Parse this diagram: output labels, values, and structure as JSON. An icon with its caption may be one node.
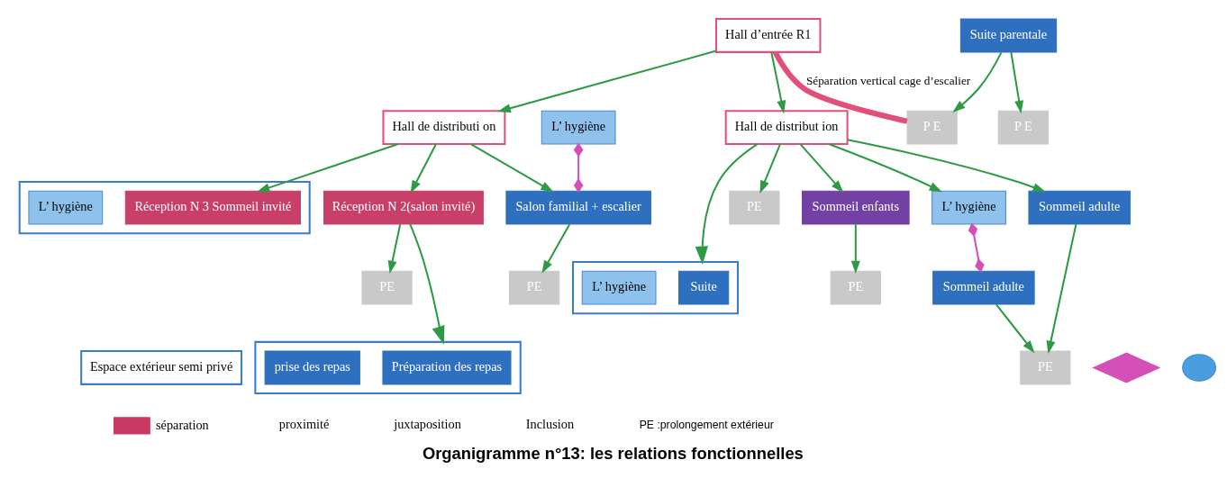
{
  "diagram": {
    "title": "Organigramme n°13: les relations fonctionnelles",
    "nodes": [
      {
        "text": [
          "Espace extérieur semi privé"
        ]
      },
      {
        "text": [
          "Hall d’entrée R1"
        ]
      },
      {
        "text": [],
        "shape": "box"
      },
      {
        "text": [
          "Réception N 3 Sommeil invité"
        ],
        "in": 2
      },
      {
        "text": [
          "L’ hygiène"
        ],
        "in": 2
      },
      {
        "text": [
          "Hall de distributi on"
        ]
      },
      {
        "text": [
          "PE"
        ]
      },
      {
        "text": [
          "Réception N 2(salon invité)"
        ]
      },
      {
        "text": [],
        "shape": "box"
      },
      {
        "text": [
          "Suite"
        ],
        "in": 8
      },
      {
        "text": [
          "L’ hygiène"
        ],
        "in": 8
      },
      {
        "text": [
          "PE"
        ]
      },
      {
        "text": [
          "PE"
        ]
      },
      {
        "text": [
          "Hall de distribut ion"
        ]
      },
      {
        "text": [
          "Sommeil enfants"
        ]
      },
      {
        "text": [
          "L’ hygiène"
        ]
      },
      {
        "text": [
          "Sommeil adulte"
        ]
      },
      {
        "text": [
          "L’ hygiène"
        ]
      },
      {
        "text": [],
        "shape": "box"
      },
      {
        "text": [
          "Préparation des repas"
        ],
        "in": 18
      },
      {
        "text": [
          "prise des repas"
        ],
        "in": 18
      },
      {
        "text": [
          "Sommeil adulte"
        ]
      },
      {
        "text": [
          "Salon familial + escalier"
        ]
      },
      {
        "text": [
          "PE"
        ]
      },
      {
        "text": [
          "PE"
        ]
      },
      {
        "text": [
          "P E"
        ]
      },
      {
        "text": [
          "Suite parentale"
        ]
      },
      {
        "text": [
          "P E"
        ]
      },
      {
        "text": [],
        "shape": "diamond"
      },
      {
        "text": [],
        "shape": "circle"
      }
    ],
    "edges": [
      {
        "from": 1,
        "to": 5,
        "arrow": "to"
      },
      {
        "from": 5,
        "to": 3,
        "arrow": "to"
      },
      {
        "from": 5,
        "to": 7,
        "arrow": "to"
      },
      {
        "from": 5,
        "to": 22,
        "arrow": "to"
      },
      {
        "from": 7,
        "to": 6,
        "arrow": "to"
      },
      {
        "from": 7,
        "to": 18,
        "arrow": "to"
      },
      {
        "from": 1,
        "to": 13,
        "arrow": "to"
      },
      {
        "from": 13,
        "to": 8,
        "arrow": "to"
      },
      {
        "from": 13,
        "to": 11,
        "arrow": "to"
      },
      {
        "from": 13,
        "to": 14,
        "arrow": "to"
      },
      {
        "from": 13,
        "to": 15,
        "arrow": "to"
      },
      {
        "from": 13,
        "to": 21,
        "arrow": "to"
      },
      {
        "from": 14,
        "to": 12,
        "arrow": "to"
      },
      {
        "from": 16,
        "to": 23,
        "arrow": "to"
      },
      {
        "from": 21,
        "to": 23,
        "arrow": "to"
      },
      {
        "from": 22,
        "to": 24,
        "arrow": "to"
      },
      {
        "from": 26,
        "to": 25,
        "arrow": "to"
      },
      {
        "from": 26,
        "to": 27,
        "arrow": "to"
      },
      {
        "from": 17,
        "to": 22,
        "arrow": "other",
        "color": "#d44fb8"
      },
      {
        "from": 15,
        "to": 16,
        "arrow": "other",
        "color": "#d44fb8"
      },
      {
        "from": 1,
        "to": 25,
        "arrow": "none",
        "style": "thick",
        "color": "#e0507a",
        "label": "Séparation vertical cage d’escalier"
      }
    ],
    "labels": [
      "PE :prolongement extérieur"
    ],
    "legend": [
      {
        "text": "séparation",
        "color": "#c83a64"
      },
      {
        "text": "proximité"
      },
      {
        "text": "juxtaposition"
      },
      {
        "text": "Inclusion"
      }
    ]
  }
}
